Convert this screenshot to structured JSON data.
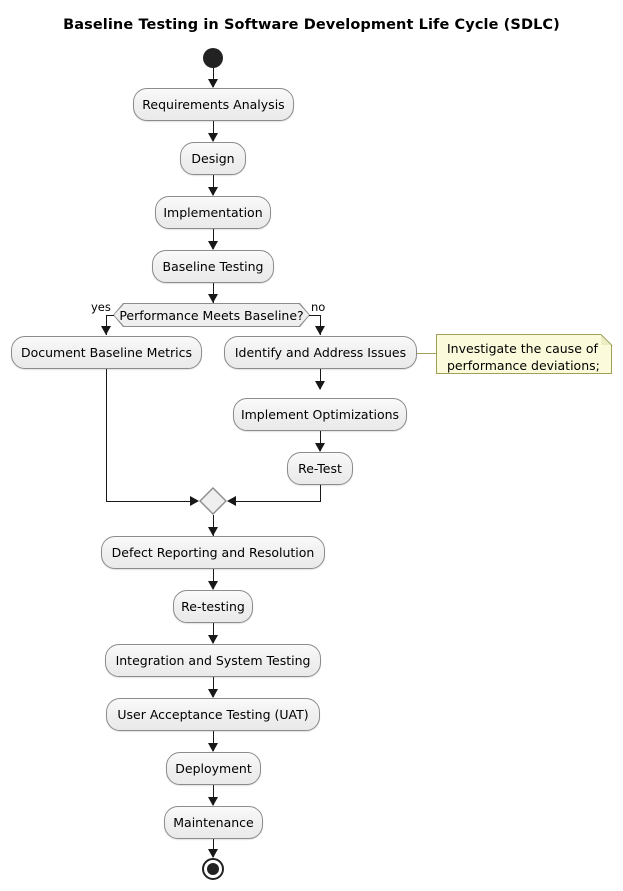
{
  "title": "Baseline Testing in Software Development Life Cycle (SDLC)",
  "nodes": {
    "start": "start-node",
    "end": "end-node",
    "activities": [
      {
        "id": "requirements-analysis",
        "label": "Requirements Analysis"
      },
      {
        "id": "design",
        "label": "Design"
      },
      {
        "id": "implementation",
        "label": "Implementation"
      },
      {
        "id": "baseline-testing",
        "label": "Baseline Testing"
      },
      {
        "id": "document-baseline-metrics",
        "label": "Document Baseline Metrics"
      },
      {
        "id": "identify-and-address-issues",
        "label": "Identify and Address Issues"
      },
      {
        "id": "implement-optimizations",
        "label": "Implement Optimizations"
      },
      {
        "id": "re-test",
        "label": "Re-Test"
      },
      {
        "id": "defect-reporting-and-resolution",
        "label": "Defect Reporting and Resolution"
      },
      {
        "id": "re-testing",
        "label": "Re-testing"
      },
      {
        "id": "integration-and-system-testing",
        "label": "Integration and System Testing"
      },
      {
        "id": "user-acceptance-testing",
        "label": "User Acceptance Testing (UAT)"
      },
      {
        "id": "deployment",
        "label": "Deployment"
      },
      {
        "id": "maintenance",
        "label": "Maintenance"
      }
    ],
    "decision": {
      "id": "performance-meets-baseline",
      "label": "Performance Meets Baseline?",
      "yes_label": "yes",
      "no_label": "no"
    },
    "note": {
      "id": "investigate-note",
      "text": "Investigate the cause of\nperformance deviations;",
      "attached_to": "identify-and-address-issues"
    }
  },
  "colors": {
    "background": "#FFFFFF",
    "activity_fill": "#EFEFEF",
    "activity_border": "#8C8C8C",
    "note_fill": "#FBFBDB",
    "note_border": "#A0A05A",
    "line": "#181818",
    "node_fill": "#222222"
  }
}
